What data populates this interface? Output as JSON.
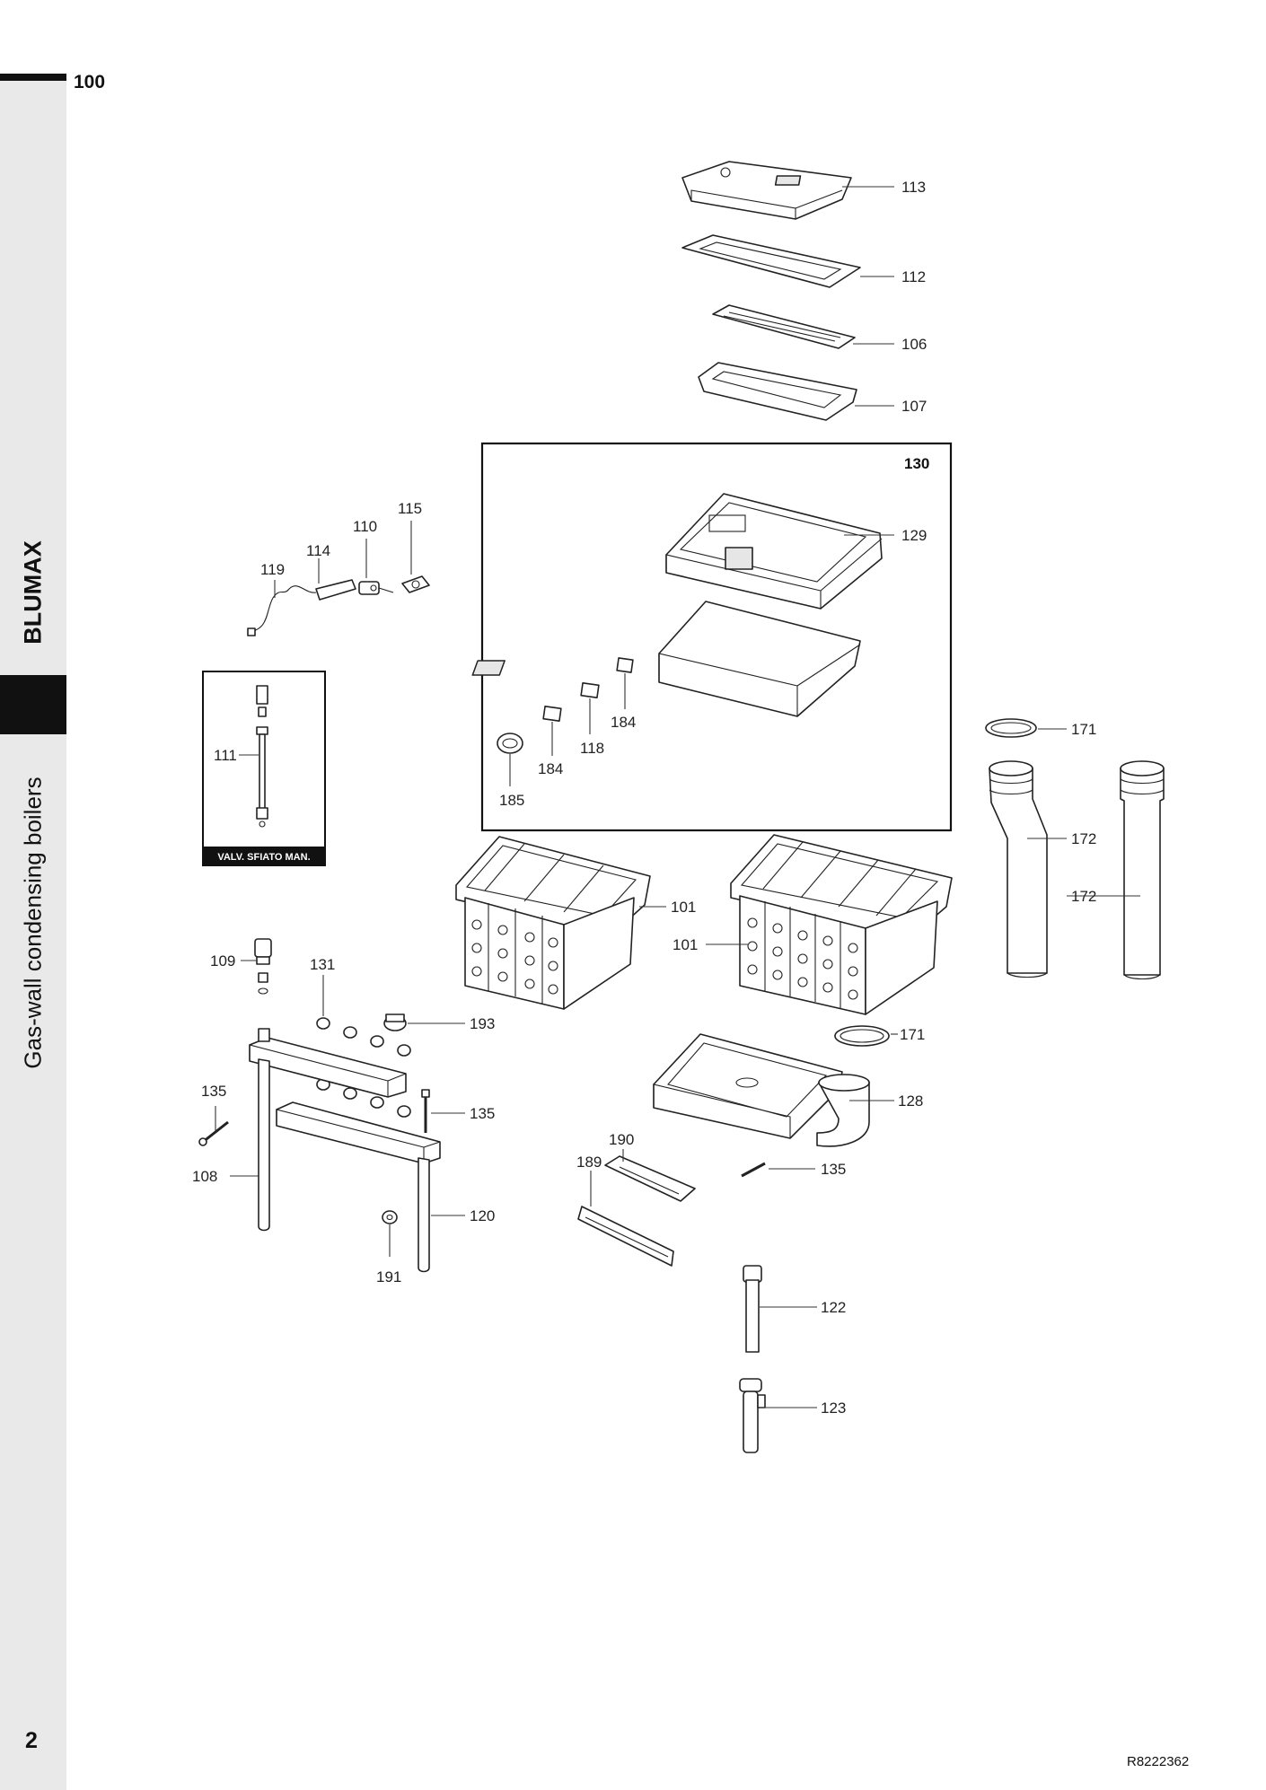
{
  "page": {
    "section_number": "100",
    "page_number": "2",
    "document_code": "R8222362",
    "sidebar": {
      "brand": "BLUMAX",
      "subtitle": "Gas-wall condensing boilers"
    }
  },
  "diagram": {
    "group_box_label": "130",
    "valve_box_caption": "VALV. SFIATO MAN.",
    "callouts": {
      "p113": "113",
      "p112": "112",
      "p106": "106",
      "p107": "107",
      "p129": "129",
      "p184a": "184",
      "p184b": "184",
      "p118": "118",
      "p185": "185",
      "p115": "115",
      "p110": "110",
      "p114": "114",
      "p119": "119",
      "p111": "111",
      "p171a": "171",
      "p172a": "172",
      "p172b": "172",
      "p171b": "171",
      "p101a": "101",
      "p101b": "101",
      "p109": "109",
      "p131": "131",
      "p193": "193",
      "p135a": "135",
      "p135b": "135",
      "p135c": "135",
      "p108": "108",
      "p120": "120",
      "p191": "191",
      "p128": "128",
      "p190": "190",
      "p189": "189",
      "p122": "122",
      "p123": "123"
    }
  }
}
